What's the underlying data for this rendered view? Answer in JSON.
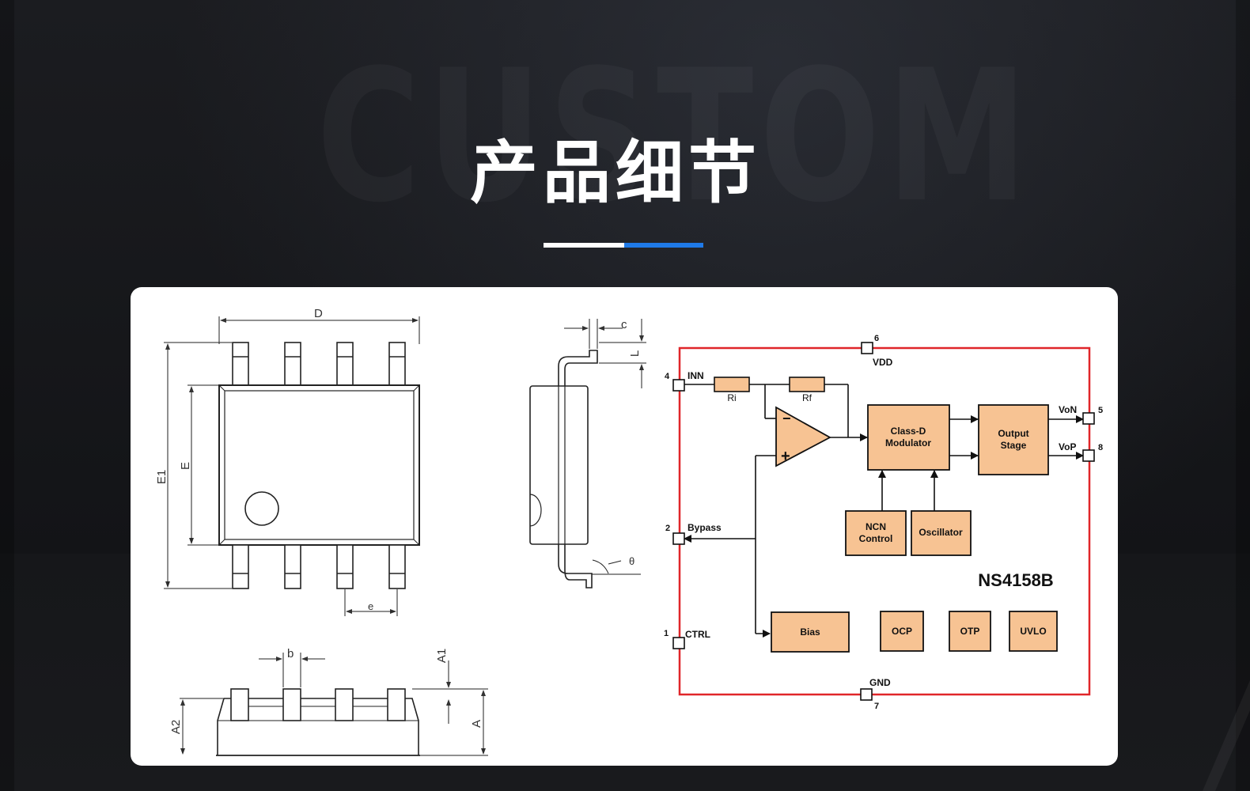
{
  "page": {
    "title": "产品细节",
    "watermark": "CUSTOM",
    "accent_color": "#1f7ae8"
  },
  "package_drawing": {
    "dim_labels": {
      "D": "D",
      "E1": "E1",
      "E": "E",
      "e": "e",
      "c": "c",
      "L": "L",
      "theta": "θ",
      "b": "b",
      "A1": "A1",
      "A2": "A2",
      "A": "A"
    }
  },
  "block_diagram": {
    "chip_name": "NS4158B",
    "border_color": "#e0262a",
    "block_fill": "#f7c393",
    "pins": {
      "vdd": {
        "num": "6",
        "label": "VDD"
      },
      "inn": {
        "num": "4",
        "label": "INN"
      },
      "bypass": {
        "num": "2",
        "label": "Bypass"
      },
      "ctrl": {
        "num": "1",
        "label": "CTRL"
      },
      "gnd": {
        "num": "7",
        "label": "GND"
      },
      "von": {
        "num": "5",
        "label": "VoN"
      },
      "vop": {
        "num": "8",
        "label": "VoP"
      }
    },
    "resistors": {
      "ri": "Ri",
      "rf": "Rf"
    },
    "opamp": {
      "minus": "−",
      "plus": "+"
    },
    "blocks": {
      "class_d": [
        "Class-D",
        "Modulator"
      ],
      "output_stage": [
        "Output",
        "Stage"
      ],
      "ncn": [
        "NCN",
        "Control"
      ],
      "oscillator": "Oscillator",
      "bias": "Bias",
      "ocp": "OCP",
      "otp": "OTP",
      "uvlo": "UVLO"
    }
  }
}
